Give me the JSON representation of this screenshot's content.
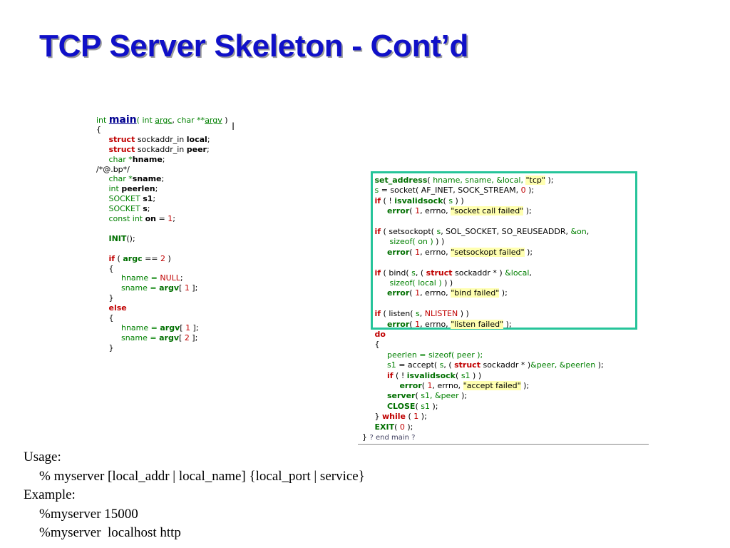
{
  "slide": {
    "title": "TCP Server Skeleton - Cont’d"
  },
  "left_code": [
    [
      [
        "k",
        "int "
      ],
      [
        "main",
        "main"
      ],
      [
        "k",
        "( int "
      ],
      [
        "ku",
        "argc"
      ],
      [
        "t",
        ", "
      ],
      [
        "k",
        "char **"
      ],
      [
        "ku",
        "argv"
      ],
      [
        "t",
        " )"
      ]
    ],
    [
      [
        "t",
        "{"
      ]
    ],
    [
      [
        "t",
        "     "
      ],
      [
        "r",
        "struct"
      ],
      [
        "t",
        " sockaddr_in "
      ],
      [
        "b",
        "local"
      ],
      [
        "t",
        ";"
      ]
    ],
    [
      [
        "t",
        "     "
      ],
      [
        "r",
        "struct"
      ],
      [
        "t",
        " sockaddr_in "
      ],
      [
        "b",
        "peer"
      ],
      [
        "t",
        ";"
      ]
    ],
    [
      [
        "t",
        "     "
      ],
      [
        "k",
        "char *"
      ],
      [
        "b",
        "hname"
      ],
      [
        "t",
        ";"
      ]
    ],
    [
      [
        "t",
        "/*@.bp*/"
      ]
    ],
    [
      [
        "t",
        "     "
      ],
      [
        "k",
        "char *"
      ],
      [
        "b",
        "sname"
      ],
      [
        "t",
        ";"
      ]
    ],
    [
      [
        "t",
        "     "
      ],
      [
        "k",
        "int "
      ],
      [
        "b",
        "peerlen"
      ],
      [
        "t",
        ";"
      ]
    ],
    [
      [
        "t",
        "     "
      ],
      [
        "k",
        "SOCKET "
      ],
      [
        "b",
        "s1"
      ],
      [
        "t",
        ";"
      ]
    ],
    [
      [
        "t",
        "     "
      ],
      [
        "k",
        "SOCKET "
      ],
      [
        "b",
        "s"
      ],
      [
        "t",
        ";"
      ]
    ],
    [
      [
        "t",
        "     "
      ],
      [
        "k",
        "const int "
      ],
      [
        "b",
        "on"
      ],
      [
        "t",
        " = "
      ],
      [
        "n",
        "1"
      ],
      [
        "t",
        ";"
      ]
    ],
    [],
    [
      [
        "t",
        "     "
      ],
      [
        "kb",
        "INIT"
      ],
      [
        "t",
        "();"
      ]
    ],
    [],
    [
      [
        "t",
        "     "
      ],
      [
        "r",
        "if"
      ],
      [
        "t",
        " ( "
      ],
      [
        "kb",
        "argc"
      ],
      [
        "t",
        " == "
      ],
      [
        "n",
        "2"
      ],
      [
        "t",
        " )"
      ]
    ],
    [
      [
        "t",
        "     {"
      ]
    ],
    [
      [
        "t",
        "          "
      ],
      [
        "k",
        "hname = "
      ],
      [
        "n",
        "NULL"
      ],
      [
        "t",
        ";"
      ]
    ],
    [
      [
        "t",
        "          "
      ],
      [
        "k",
        "sname = "
      ],
      [
        "kb",
        "argv"
      ],
      [
        "t",
        "[ "
      ],
      [
        "n",
        "1"
      ],
      [
        "t",
        " ];"
      ]
    ],
    [
      [
        "t",
        "     }"
      ]
    ],
    [
      [
        "t",
        "     "
      ],
      [
        "r",
        "else"
      ]
    ],
    [
      [
        "t",
        "     {"
      ]
    ],
    [
      [
        "t",
        "          "
      ],
      [
        "k",
        "hname = "
      ],
      [
        "kb",
        "argv"
      ],
      [
        "t",
        "[ "
      ],
      [
        "n",
        "1"
      ],
      [
        "t",
        " ];"
      ]
    ],
    [
      [
        "t",
        "          "
      ],
      [
        "k",
        "sname = "
      ],
      [
        "kb",
        "argv"
      ],
      [
        "t",
        "[ "
      ],
      [
        "n",
        "2"
      ],
      [
        "t",
        " ];"
      ]
    ],
    [
      [
        "t",
        "     }"
      ]
    ]
  ],
  "right_code": [
    [
      [
        "t",
        "     "
      ],
      [
        "kb",
        "set_address"
      ],
      [
        "t",
        "( "
      ],
      [
        "k",
        "hname, sname, &local, "
      ],
      [
        "st",
        "\"tcp\""
      ],
      [
        "t",
        " );"
      ]
    ],
    [
      [
        "t",
        "     "
      ],
      [
        "k",
        "s"
      ],
      [
        "t",
        " = socket( AF_INET, SOCK_STREAM, "
      ],
      [
        "n",
        "0"
      ],
      [
        "t",
        " );"
      ]
    ],
    [
      [
        "t",
        "     "
      ],
      [
        "r",
        "if"
      ],
      [
        "t",
        " ( ! "
      ],
      [
        "kb",
        "isvalidsock"
      ],
      [
        "t",
        "( "
      ],
      [
        "k",
        "s"
      ],
      [
        "t",
        " ) )"
      ]
    ],
    [
      [
        "t",
        "          "
      ],
      [
        "kb",
        "error"
      ],
      [
        "t",
        "( "
      ],
      [
        "n",
        "1"
      ],
      [
        "t",
        ", errno, "
      ],
      [
        "st",
        "\"socket call failed\""
      ],
      [
        "t",
        " );"
      ]
    ],
    [],
    [
      [
        "t",
        "     "
      ],
      [
        "r",
        "if"
      ],
      [
        "t",
        " ( setsockopt( "
      ],
      [
        "k",
        "s"
      ],
      [
        "t",
        ", SOL_SOCKET, SO_REUSEADDR, "
      ],
      [
        "k",
        "&on"
      ],
      [
        "t",
        ","
      ]
    ],
    [
      [
        "t",
        "           "
      ],
      [
        "k",
        "sizeof( on )"
      ],
      [
        "t",
        " ) )"
      ]
    ],
    [
      [
        "t",
        "          "
      ],
      [
        "kb",
        "error"
      ],
      [
        "t",
        "( "
      ],
      [
        "n",
        "1"
      ],
      [
        "t",
        ", errno, "
      ],
      [
        "st",
        "\"setsockopt failed\""
      ],
      [
        "t",
        " );"
      ]
    ],
    [],
    [
      [
        "t",
        "     "
      ],
      [
        "r",
        "if"
      ],
      [
        "t",
        " ( bind( "
      ],
      [
        "k",
        "s"
      ],
      [
        "t",
        ", ( "
      ],
      [
        "r",
        "struct"
      ],
      [
        "t",
        " sockaddr * ) "
      ],
      [
        "k",
        "&local"
      ],
      [
        "t",
        ","
      ]
    ],
    [
      [
        "t",
        "           "
      ],
      [
        "k",
        "sizeof( local )"
      ],
      [
        "t",
        " ) )"
      ]
    ],
    [
      [
        "t",
        "          "
      ],
      [
        "kb",
        "error"
      ],
      [
        "t",
        "( "
      ],
      [
        "n",
        "1"
      ],
      [
        "t",
        ", errno, "
      ],
      [
        "st",
        "\"bind failed\""
      ],
      [
        "t",
        " );"
      ]
    ],
    [],
    [
      [
        "t",
        "     "
      ],
      [
        "r",
        "if"
      ],
      [
        "t",
        " ( listen( "
      ],
      [
        "k",
        "s"
      ],
      [
        "t",
        ", "
      ],
      [
        "n",
        "NLISTEN"
      ],
      [
        "t",
        " ) )"
      ]
    ],
    [
      [
        "t",
        "          "
      ],
      [
        "kb",
        "error"
      ],
      [
        "t",
        "( "
      ],
      [
        "n",
        "1"
      ],
      [
        "t",
        ", errno, "
      ],
      [
        "st",
        "\"listen failed\""
      ],
      [
        "t",
        " );"
      ]
    ],
    [
      [
        "t",
        "     "
      ],
      [
        "r",
        "do"
      ]
    ],
    [
      [
        "t",
        "     {"
      ]
    ],
    [
      [
        "t",
        "          "
      ],
      [
        "k",
        "peerlen = sizeof( peer );"
      ]
    ],
    [
      [
        "t",
        "          "
      ],
      [
        "k",
        "s1"
      ],
      [
        "t",
        " = accept( "
      ],
      [
        "k",
        "s"
      ],
      [
        "t",
        ", ( "
      ],
      [
        "r",
        "struct"
      ],
      [
        "t",
        " sockaddr * )"
      ],
      [
        "k",
        "&peer, &peerlen"
      ],
      [
        "t",
        " );"
      ]
    ],
    [
      [
        "t",
        "          "
      ],
      [
        "r",
        "if"
      ],
      [
        "t",
        " ( ! "
      ],
      [
        "kb",
        "isvalidsock"
      ],
      [
        "t",
        "( "
      ],
      [
        "k",
        "s1"
      ],
      [
        "t",
        " ) )"
      ]
    ],
    [
      [
        "t",
        "               "
      ],
      [
        "kb",
        "error"
      ],
      [
        "t",
        "( "
      ],
      [
        "n",
        "1"
      ],
      [
        "t",
        ", errno, "
      ],
      [
        "st",
        "\"accept failed\""
      ],
      [
        "t",
        " );"
      ]
    ],
    [
      [
        "t",
        "          "
      ],
      [
        "kb",
        "server"
      ],
      [
        "t",
        "( "
      ],
      [
        "k",
        "s1, &peer"
      ],
      [
        "t",
        " );"
      ]
    ],
    [
      [
        "t",
        "          "
      ],
      [
        "kb",
        "CLOSE"
      ],
      [
        "t",
        "( "
      ],
      [
        "k",
        "s1"
      ],
      [
        "t",
        " );"
      ]
    ],
    [
      [
        "t",
        "     } "
      ],
      [
        "r",
        "while"
      ],
      [
        "t",
        " ( "
      ],
      [
        "n",
        "1"
      ],
      [
        "t",
        " );"
      ]
    ],
    [
      [
        "t",
        "     "
      ],
      [
        "kb",
        "EXIT"
      ],
      [
        "t",
        "( "
      ],
      [
        "n",
        "0"
      ],
      [
        "t",
        " );"
      ]
    ],
    [
      [
        "t",
        "} "
      ],
      [
        "cm",
        "? end main ?"
      ]
    ]
  ],
  "usage": {
    "line1": "Usage:",
    "line2": "% myserver [local_addr | local_name] {local_port | service}",
    "line3": "Example:",
    "line4": "%myserver 15000",
    "line5": "%myserver  localhost http"
  }
}
